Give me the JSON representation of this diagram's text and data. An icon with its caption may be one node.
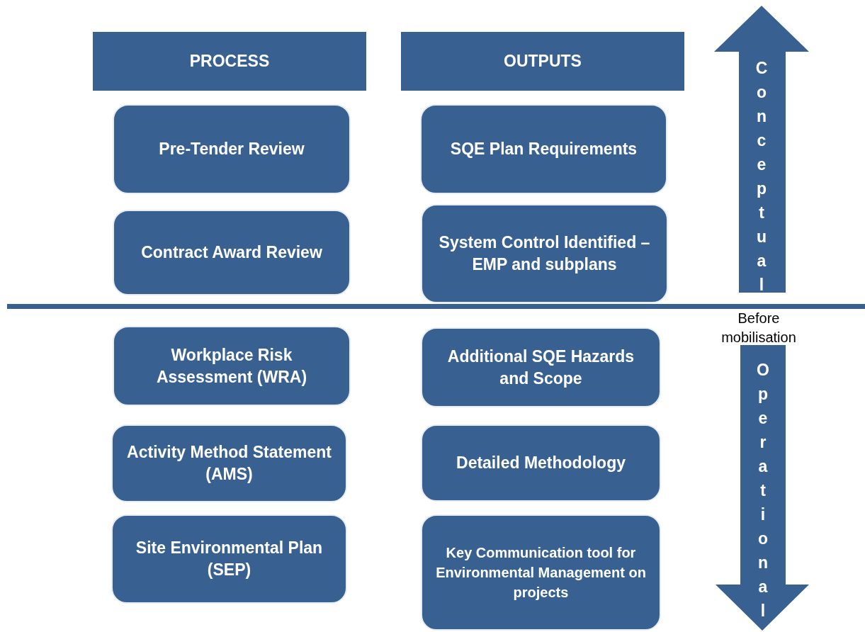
{
  "diagram": {
    "nodes": [
      {
        "text": [
          "PROCESS"
        ]
      },
      {
        "text": [
          "OUTPUTS"
        ]
      },
      {
        "text": [
          "Conceptual"
        ]
      },
      {
        "text": [
          "Pre-Tender Review"
        ]
      },
      {
        "text": [
          "SQE Plan Requirements"
        ]
      },
      {
        "text": [
          "Contract Award Review"
        ]
      },
      {
        "text": [
          "System Control Identified –EMP and subplans"
        ]
      },
      {
        "text": [
          "Workplace Risk Assessment (WRA)"
        ]
      },
      {
        "text": [
          "Additional SQE Hazards and Scope"
        ]
      },
      {
        "text": [
          "Activity Method Statement (AMS)"
        ]
      },
      {
        "text": [
          "Detailed Methodology"
        ]
      },
      {
        "text": [
          "Site Environmental Plan (SEP)"
        ]
      },
      {
        "text": [
          "Key Communication tool for Environmental Management on projects"
        ]
      },
      {
        "text": [
          "Operational"
        ]
      }
    ],
    "labels": [
      "Before mobilisation"
    ]
  }
}
